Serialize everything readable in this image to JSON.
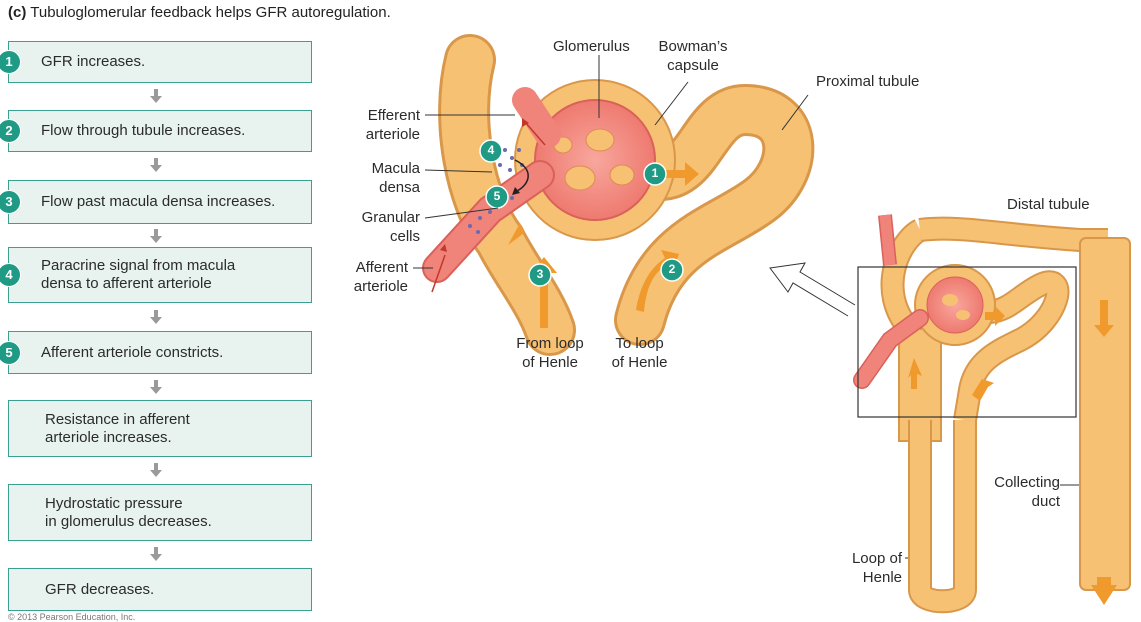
{
  "title_label": "(c)",
  "title_text": "Tubuloglomerular feedback helps GFR autoregulation.",
  "steps": [
    {
      "num": "1",
      "text": "GFR increases."
    },
    {
      "num": "2",
      "text": "Flow through tubule increases."
    },
    {
      "num": "3",
      "text": "Flow past macula densa increases."
    },
    {
      "num": "4",
      "line1": "Paracrine signal from macula",
      "line2": "densa to afferent arteriole"
    },
    {
      "num": "5",
      "text": "Afferent arteriole constricts."
    },
    {
      "line1": "Resistance in afferent",
      "line2": "arteriole increases."
    },
    {
      "line1": "Hydrostatic pressure",
      "line2": "in glomerulus decreases."
    },
    {
      "text": "GFR decreases."
    }
  ],
  "labels": {
    "glomerulus": "Glomerulus",
    "bowmans_1": "Bowman’s",
    "bowmans_2": "capsule",
    "proximal": "Proximal tubule",
    "efferent_1": "Efferent",
    "efferent_2": "arteriole",
    "macula_1": "Macula",
    "macula_2": "densa",
    "granular_1": "Granular",
    "granular_2": "cells",
    "afferent_1": "Afferent",
    "afferent_2": "arteriole",
    "from_loop_1": "From loop",
    "from_loop_2": "of Henle",
    "to_loop_1": "To loop",
    "to_loop_2": "of Henle",
    "distal": "Distal tubule",
    "collecting_1": "Collecting",
    "collecting_2": "duct",
    "loop_1": "Loop of",
    "loop_2": "Henle"
  },
  "markers": {
    "m1": "1",
    "m2": "2",
    "m3": "3",
    "m4": "4",
    "m5": "5"
  },
  "copyright": "© 2013 Pearson Education, Inc.",
  "colors": {
    "teal": "#1f9a85",
    "tubule": "#f7c173",
    "tubule_edge": "#d9974a",
    "vessel": "#f0837a",
    "arrow": "#f09a2e"
  }
}
